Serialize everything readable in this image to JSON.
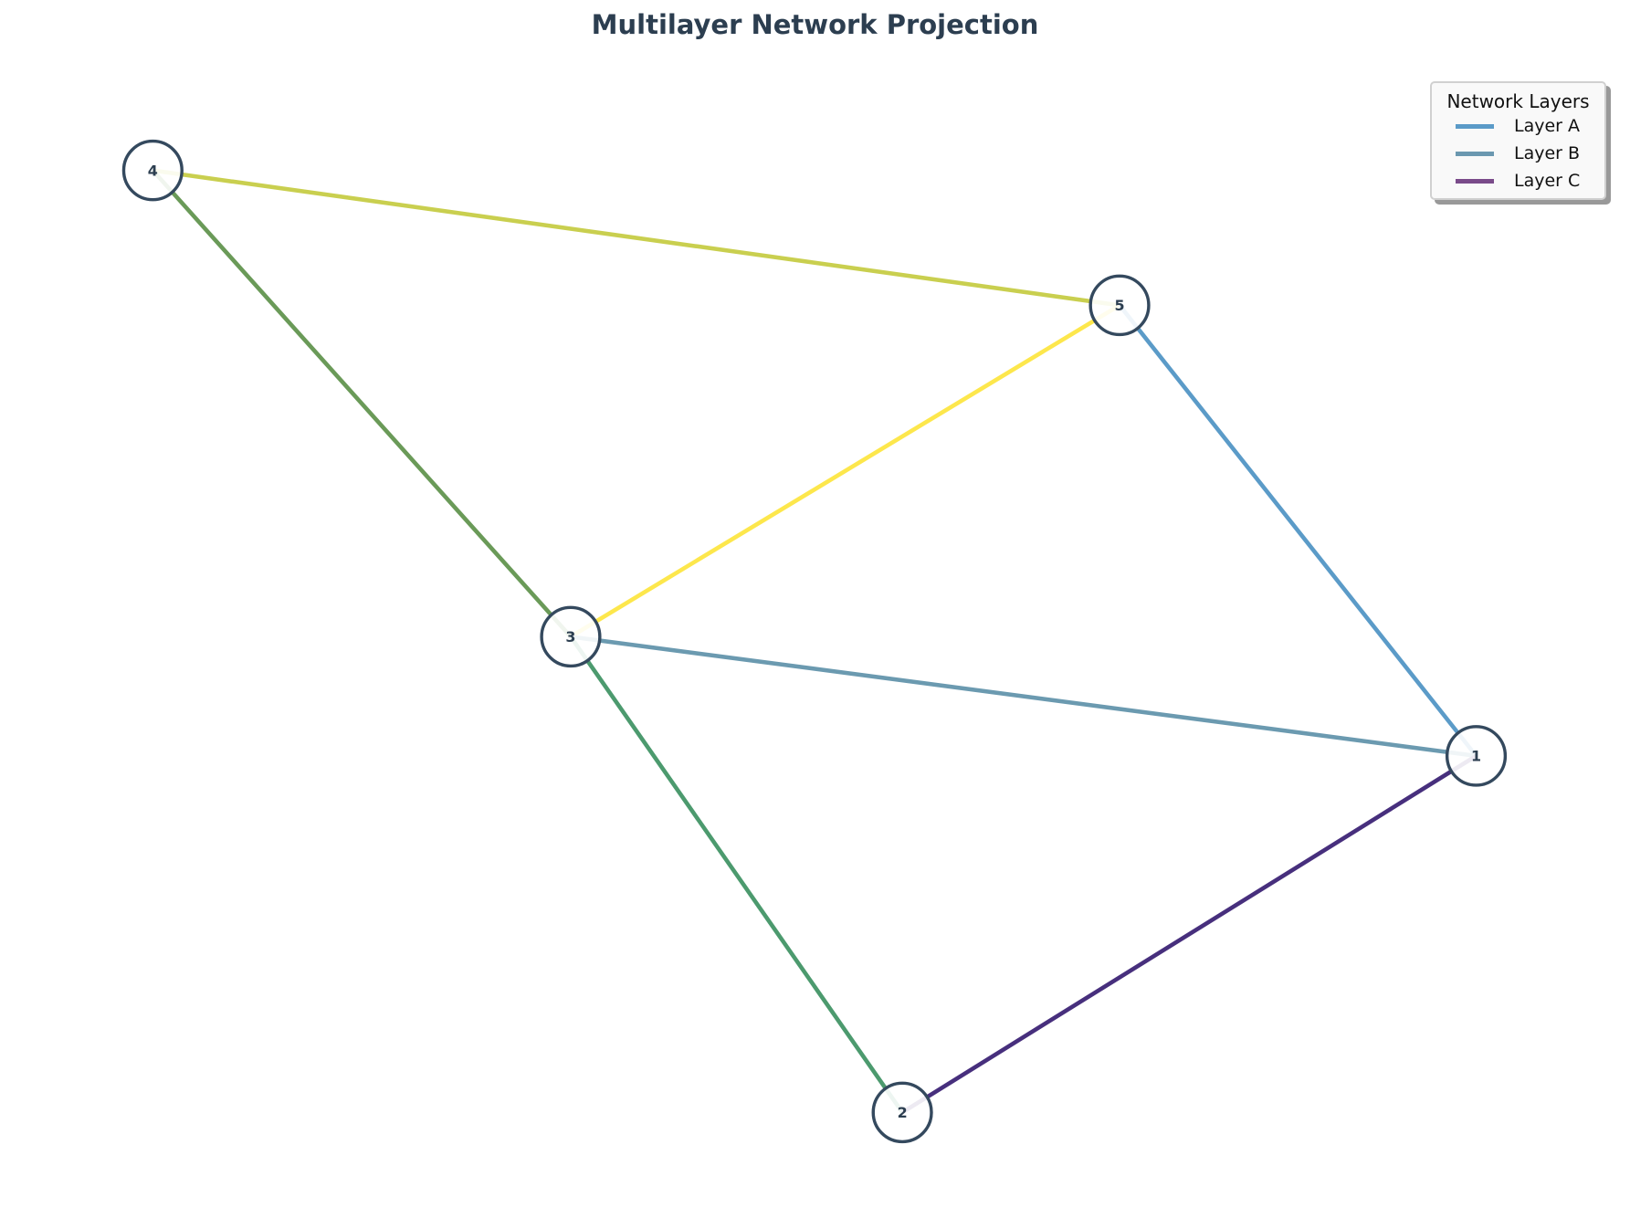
{
  "title": "Multilayer Network Projection",
  "legend": {
    "title": "Network Layers",
    "items": [
      {
        "label": "Layer A",
        "color": "#5b9bc8"
      },
      {
        "label": "Layer B",
        "color": "#6b98b0"
      },
      {
        "label": "Layer C",
        "color": "#7a4b8a"
      }
    ]
  },
  "nodes": [
    "1",
    "2",
    "3",
    "4",
    "5"
  ],
  "edges": [
    {
      "source": "4",
      "target": "5",
      "color": "#c9cf4f"
    },
    {
      "source": "4",
      "target": "3",
      "color": "#6a9a58"
    },
    {
      "source": "3",
      "target": "5",
      "color": "#fde74c"
    },
    {
      "source": "5",
      "target": "1",
      "color": "#5b9bc8"
    },
    {
      "source": "3",
      "target": "1",
      "color": "#6b9ab0"
    },
    {
      "source": "3",
      "target": "2",
      "color": "#4c9a6e"
    },
    {
      "source": "2",
      "target": "1",
      "color": "#472f7d"
    }
  ]
}
